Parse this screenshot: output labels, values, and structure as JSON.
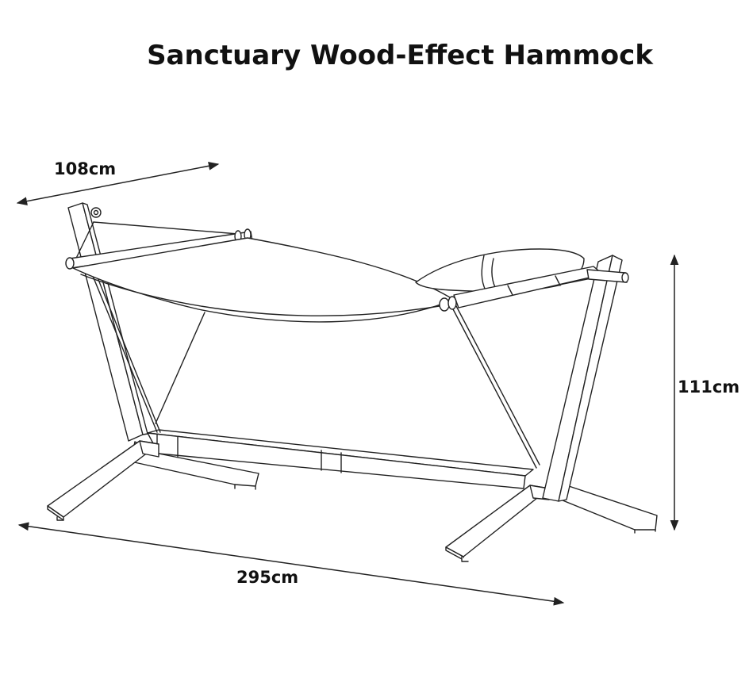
{
  "title": "Sanctuary Wood-Effect Hammock",
  "dimensions": {
    "depth": "108cm",
    "height": "111cm",
    "length": "295cm"
  }
}
